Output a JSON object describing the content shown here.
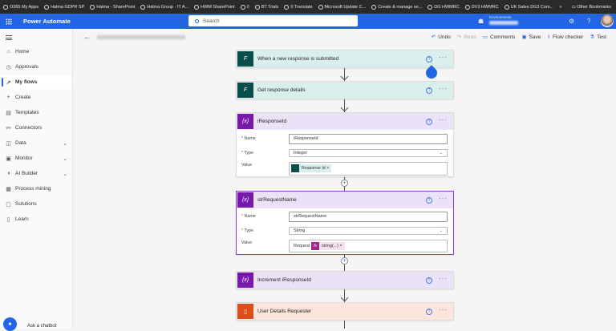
{
  "bookmarks": [
    "O365 My Apps",
    "Halma GDPR SP",
    "Halma - SharePoint",
    "Halma Group - IT A...",
    "HWM SharePoint",
    "0",
    "BT Trials",
    "0 Translate",
    "Microsoft Update C...",
    "Create & manage se...",
    "DG HWMRC",
    "DV3 HWMRC",
    "UK Sales DG3 Com..."
  ],
  "bookmarks_more": "»",
  "other_bookmarks": "Other Bookmarks",
  "header": {
    "app": "Power Automate",
    "search_placeholder": "Search",
    "env_label": "Environments"
  },
  "sidebar": {
    "items": [
      {
        "label": "Home",
        "icon": "⌂"
      },
      {
        "label": "Approvals",
        "icon": "◷"
      },
      {
        "label": "My flows",
        "icon": "↗",
        "active": true
      },
      {
        "label": "Create",
        "icon": "+"
      },
      {
        "label": "Templates",
        "icon": "▤"
      },
      {
        "label": "Connectors",
        "icon": "⚯"
      },
      {
        "label": "Data",
        "icon": "◫",
        "chev": "⌄"
      },
      {
        "label": "Monitor",
        "icon": "▣",
        "chev": "⌄"
      },
      {
        "label": "AI Builder",
        "icon": "◑",
        "chev": "⌄"
      },
      {
        "label": "Process mining",
        "icon": "▦"
      },
      {
        "label": "Solutions",
        "icon": "▢"
      },
      {
        "label": "Learn",
        "icon": "▯"
      }
    ],
    "chatbot": "Ask a chatbot"
  },
  "toolbar": {
    "undo": "Undo",
    "redo": "Redo",
    "comments": "Comments",
    "save": "Save",
    "flow_checker": "Flow checker",
    "test": "Test"
  },
  "steps": {
    "s1": "When a new response is submitted",
    "s2": "Get response details",
    "s3": {
      "title": "iResponseId",
      "name_label": "Name",
      "name": "iResponseId",
      "type_label": "Type",
      "type": "Integer",
      "value_label": "Value",
      "token": "Response Id"
    },
    "s4": {
      "title": "strRequestName",
      "name_label": "Name",
      "name": "strRequestName",
      "type_label": "Type",
      "type": "String",
      "value_label": "Value",
      "prefix": "Request",
      "token": "string(...)"
    },
    "s5": "Increment iResponseId",
    "s6": "User Details Requester"
  },
  "colors": {
    "accent": "#2266e3",
    "forms": "#0b4d4a",
    "variable": "#7719aa",
    "office": "#dc4e1c"
  }
}
